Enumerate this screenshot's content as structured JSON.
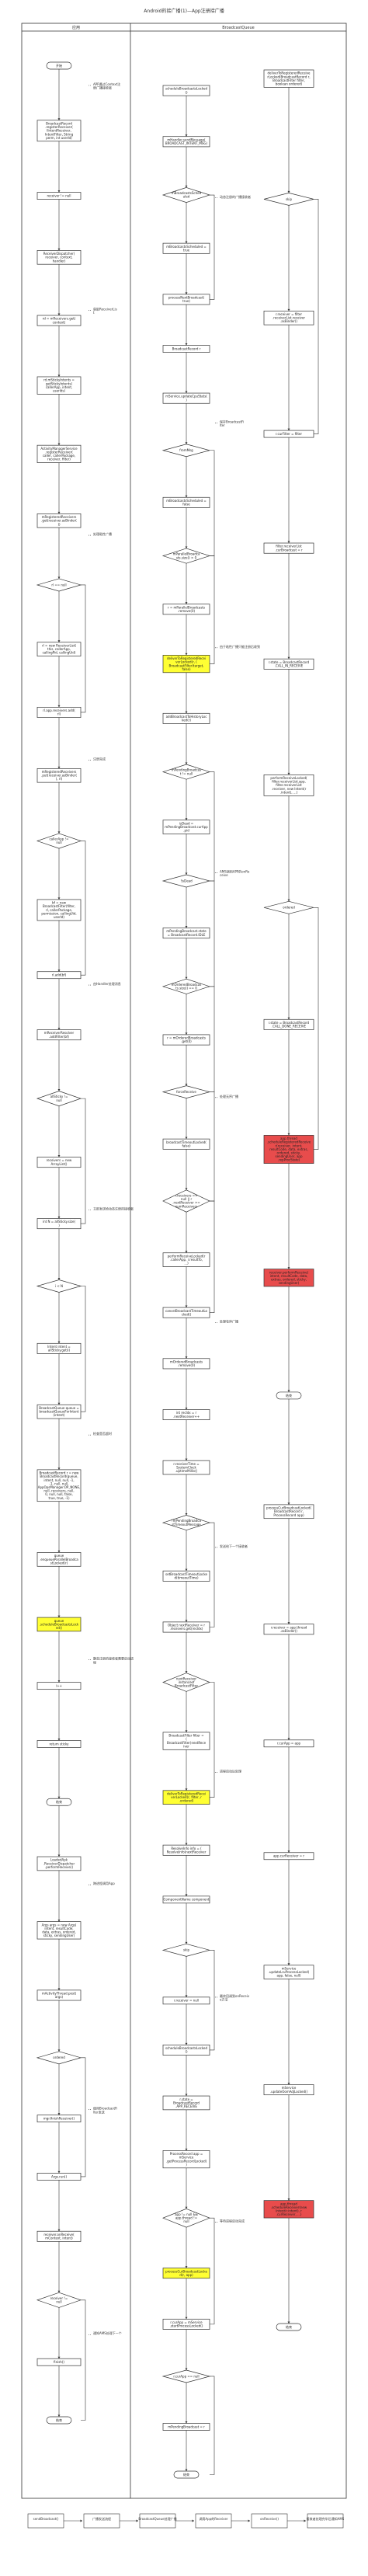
{
  "title": "Android的接广播(1)—App注册接广播",
  "lanes": {
    "left": "应用",
    "right": "BroadcastQueue"
  },
  "left_nodes": [
    {
      "shape": "term",
      "text": "开始"
    },
    {
      "shape": "rect",
      "text": "BroadcastRecord.registerReceiver(IIntentReceiver, IntentFilter, String perm, int userId)"
    },
    {
      "shape": "rect",
      "text": "receiver != null"
    },
    {
      "shape": "rect",
      "text": "ReceiverDispatcher(receiver, context, handler)"
    },
    {
      "shape": "rect",
      "text": "rd = mReceivers.get(context)"
    },
    {
      "shape": "rect",
      "text": "rd.mStickyIntents = getStickyIntents(callerApp, intent, userIds)"
    },
    {
      "shape": "rect",
      "text": "ActivityManagerService.registerReceiver(caller, callerPackage, receiver, filter)"
    },
    {
      "shape": "rect",
      "text": "mRegisteredReceivers.get(receiver.asBinder())"
    },
    {
      "shape": "dia",
      "text": "rl == null"
    },
    {
      "shape": "rect",
      "text": "rl = new ReceiverList(this, callerApp, callingPid, callingUid)"
    },
    {
      "shape": "rect",
      "text": "rl.app.receivers.add(rl)"
    },
    {
      "shape": "rect",
      "text": "mRegisteredReceivers.put(receiver.asBinder(), rl)"
    },
    {
      "shape": "dia",
      "text": "callerApp != null"
    },
    {
      "shape": "rect",
      "text": "bf = new BroadcastFilter(filter, rl, callerPackage, permission, callingUid, userId)"
    },
    {
      "shape": "rect",
      "text": "rl.add(bf)"
    },
    {
      "shape": "rect",
      "text": "mReceiverResolver.addFilter(bf)"
    },
    {
      "shape": "dia",
      "text": "allSticky != null"
    },
    {
      "shape": "rect",
      "text": "receivers = new ArrayList()"
    },
    {
      "shape": "rect",
      "text": "int N = allSticky.size()"
    },
    {
      "shape": "dia",
      "text": "i < N"
    },
    {
      "shape": "rect",
      "text": "Intent intent = allSticky.get(i)"
    },
    {
      "shape": "rect",
      "text": "BroadcastQueue queue = broadcastQueueForIntent(intent)"
    },
    {
      "shape": "rect",
      "text": "BroadcastRecord r = new BroadcastRecord(queue, intent, null, null, -1, -1, null, null, AppOpsManager.OP_NONE, null, receivers, null, 0, null, null, false, true, true, -1)"
    },
    {
      "shape": "rect",
      "text": "queue.enqueueParallelBroadcastLocked(r)"
    },
    {
      "shape": "yel",
      "text": "queue.scheduleBroadcastsLocked()"
    },
    {
      "shape": "rect",
      "text": "i++"
    },
    {
      "shape": "rect",
      "text": "return sticky"
    },
    {
      "shape": "term",
      "text": "结束"
    },
    {
      "shape": "rect",
      "text": "LoadedApk.ReceiverDispatcher.performReceive()"
    },
    {
      "shape": "rect",
      "text": "Args args = new Args(intent, resultCode, data, extras, ordered, sticky, sendingUser)"
    },
    {
      "shape": "rect",
      "text": "mActivityThread.post(args)"
    },
    {
      "shape": "dia",
      "text": "ordered"
    },
    {
      "shape": "rect",
      "text": "mgr.finishReceiver()"
    },
    {
      "shape": "rect",
      "text": "Args.run()"
    },
    {
      "shape": "rect",
      "text": "receiver.onReceive(mContext, intent)"
    },
    {
      "shape": "dia",
      "text": "receiver != null"
    },
    {
      "shape": "rect",
      "text": "finish()"
    },
    {
      "shape": "term",
      "text": "结束"
    }
  ],
  "right_nodes": [
    {
      "shape": "rect",
      "text": "scheduleBroadcastsLocked()"
    },
    {
      "shape": "rect",
      "text": "mHandler.sendMessage(BROADCAST_INTENT_MSG)"
    },
    {
      "shape": "dia",
      "text": "mBroadcastsScheduled"
    },
    {
      "shape": "rect",
      "text": "mBroadcastsScheduled = true"
    },
    {
      "shape": "rect",
      "text": "processNextBroadcast(true)"
    },
    {
      "shape": "rect",
      "text": "BroadcastRecord r"
    },
    {
      "shape": "rect",
      "text": "mService.updateCpuStats()"
    },
    {
      "shape": "dia",
      "text": "fromMsg"
    },
    {
      "shape": "rect",
      "text": "mBroadcastsScheduled = false"
    },
    {
      "shape": "dia",
      "text": "mParallelBroadcasts.size() > 0"
    },
    {
      "shape": "rect",
      "text": "r = mParallelBroadcasts.remove(0)"
    },
    {
      "shape": "yel",
      "text": "deliverToRegisteredReceiverLocked(r, (BroadcastFilter)target, false)"
    },
    {
      "shape": "rect",
      "text": "addBroadcastToHistoryLocked(r)"
    },
    {
      "shape": "dia",
      "text": "mPendingBroadcast != null"
    },
    {
      "shape": "rect",
      "text": "isDead = mPendingBroadcast.curApp.pid"
    },
    {
      "shape": "dia",
      "text": "!isDead"
    },
    {
      "shape": "rect",
      "text": "mPendingBroadcast.state = BroadcastRecord.IDLE"
    },
    {
      "shape": "dia",
      "text": "mOrderedBroadcasts.size() == 0"
    },
    {
      "shape": "rect",
      "text": "r = mOrderedBroadcasts.get(0)"
    },
    {
      "shape": "dia",
      "text": "forceReceive"
    },
    {
      "shape": "rect",
      "text": "broadcastTimeoutLocked(false)"
    },
    {
      "shape": "dia",
      "text": "r.receivers == null || r.nextReceiver >= numReceivers"
    },
    {
      "shape": "rect",
      "text": "performReceiveLocked(r.callerApp, r.resultTo, ...)"
    },
    {
      "shape": "rect",
      "text": "cancelBroadcastTimeoutLocked()"
    },
    {
      "shape": "rect",
      "text": "mOrderedBroadcasts.remove(0)"
    },
    {
      "shape": "rect",
      "text": "int recIdx = r.nextReceiver++"
    },
    {
      "shape": "rect",
      "text": "r.receiverTime = SystemClock.uptimeMillis()"
    },
    {
      "shape": "dia",
      "text": "!mPendingBroadcastTimeoutMessage"
    },
    {
      "shape": "rect",
      "text": "setBroadcastTimeoutLocked(timeoutTime)"
    },
    {
      "shape": "rect",
      "text": "Object nextReceiver = r.receivers.get(recIdx)"
    },
    {
      "shape": "dia",
      "text": "nextReceiver instanceof BroadcastFilter"
    },
    {
      "shape": "rect",
      "text": "BroadcastFilter filter = (BroadcastFilter)nextReceiver"
    },
    {
      "shape": "yel",
      "text": "deliverToRegisteredReceiverLocked(r, filter, r.ordered)"
    },
    {
      "shape": "rect",
      "text": "ResolveInfo info = (ResolveInfo)nextReceiver"
    },
    {
      "shape": "rect",
      "text": "ComponentName component"
    },
    {
      "shape": "dia",
      "text": "skip"
    },
    {
      "shape": "rect",
      "text": "r.receiver = null"
    },
    {
      "shape": "rect",
      "text": "scheduleBroadcastsLocked()"
    },
    {
      "shape": "rect",
      "text": "r.state = BroadcastRecord.APP_RECEIVE"
    },
    {
      "shape": "rect",
      "text": "ProcessRecord app = mService.getProcessRecordLocked()"
    },
    {
      "shape": "dia",
      "text": "app != null && app.thread != null"
    },
    {
      "shape": "yel",
      "text": "processCurBroadcastLocked(r, app)"
    },
    {
      "shape": "rect",
      "text": "r.curApp = mService.startProcessLocked()"
    },
    {
      "shape": "dia",
      "text": "r.curApp == null"
    },
    {
      "shape": "rect",
      "text": "mPendingBroadcast = r"
    },
    {
      "shape": "term",
      "text": "结束"
    }
  ],
  "right_col2_nodes": [
    {
      "shape": "rect",
      "text": "deliverToRegisteredReceiverLocked(BroadcastRecord r, BroadcastFilter filter, boolean ordered)"
    },
    {
      "shape": "dia",
      "text": "skip"
    },
    {
      "shape": "rect",
      "text": "r.receiver = filter.receiverList.receiver.asBinder()"
    },
    {
      "shape": "rect",
      "text": "r.curFilter = filter"
    },
    {
      "shape": "rect",
      "text": "filter.receiverList.curBroadcast = r"
    },
    {
      "shape": "rect",
      "text": "r.state = BroadcastRecord.CALL_IN_RECEIVE"
    },
    {
      "shape": "rect",
      "text": "performReceiveLocked(filter.receiverList.app, filter.receiverList.receiver, new Intent(r.intent), ...)"
    },
    {
      "shape": "dia",
      "text": "ordered"
    },
    {
      "shape": "rect",
      "text": "r.state = BroadcastRecord.CALL_DONE_RECEIVE"
    },
    {
      "shape": "red",
      "text": "app.thread.scheduleRegisteredReceiver(receiver, intent, resultCode, data, extras, ordered, sticky, sendingUser, app.repProcState)"
    },
    {
      "shape": "red",
      "text": "receiver.performReceive(intent, resultCode, data, extras, ordered, sticky, sendingUser)"
    },
    {
      "shape": "term",
      "text": "结束"
    },
    {
      "shape": "rect",
      "text": "processCurBroadcastLocked(BroadcastRecord r, ProcessRecord app)"
    },
    {
      "shape": "rect",
      "text": "r.receiver = app.thread.asBinder()"
    },
    {
      "shape": "rect",
      "text": "r.curApp = app"
    },
    {
      "shape": "rect",
      "text": "app.curReceiver = r"
    },
    {
      "shape": "rect",
      "text": "mService.updateLruProcessLocked(app, false, null)"
    },
    {
      "shape": "rect",
      "text": "mService.updateOomAdjLocked()"
    },
    {
      "shape": "red",
      "text": "app.thread.scheduleReceiver(new Intent(r.intent), r.curReceiver, ...)"
    },
    {
      "shape": "term",
      "text": "结束"
    }
  ],
  "annotations": [
    "APP通过Context注册广播接收者",
    "动态注册的广播接收者",
    "获取ReceiverList",
    "保存BroadcastFilter",
    "处理粘性广播",
    "由于粘性广播只能注册后收到",
    "注册完成",
    "AMS调用APP的onReceive",
    "由Handler处理消息",
    "处理无序广播",
    "立即发送给动态注册的接收者",
    "处理有序广播",
    "检查是否超时",
    "发送给下一个接收者",
    "静态注册的接收者需要启动进程",
    "进程启动后处理",
    "跨进程调用App",
    "最终回调到onReceive方法",
    "使用BroadcastFilter发送",
    "等待进程启动完成",
    "通知AMS处理下一个"
  ],
  "legend": [
    {
      "text": "sendBroadcast()"
    },
    {
      "text": "广播发送流程"
    },
    {
      "text": "BroadcastQueue处理广播"
    },
    {
      "text": "调用App的Receiver"
    },
    {
      "text": "onReceive()"
    },
    {
      "text": "接收者处理完毕后通知AMS"
    }
  ]
}
